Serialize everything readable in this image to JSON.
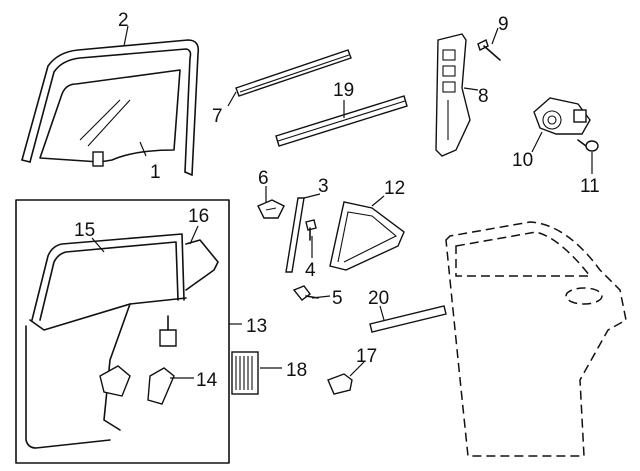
{
  "callouts": {
    "c1": "1",
    "c2": "2",
    "c3": "3",
    "c4": "4",
    "c5": "5",
    "c6": "6",
    "c7": "7",
    "c8": "8",
    "c9": "9",
    "c10": "10",
    "c11": "11",
    "c12": "12",
    "c13": "13",
    "c14": "14",
    "c15": "15",
    "c16": "16",
    "c17": "17",
    "c18": "18",
    "c19": "19",
    "c20": "20"
  },
  "colors": {
    "ink": "#111111",
    "background": "#ffffff"
  }
}
